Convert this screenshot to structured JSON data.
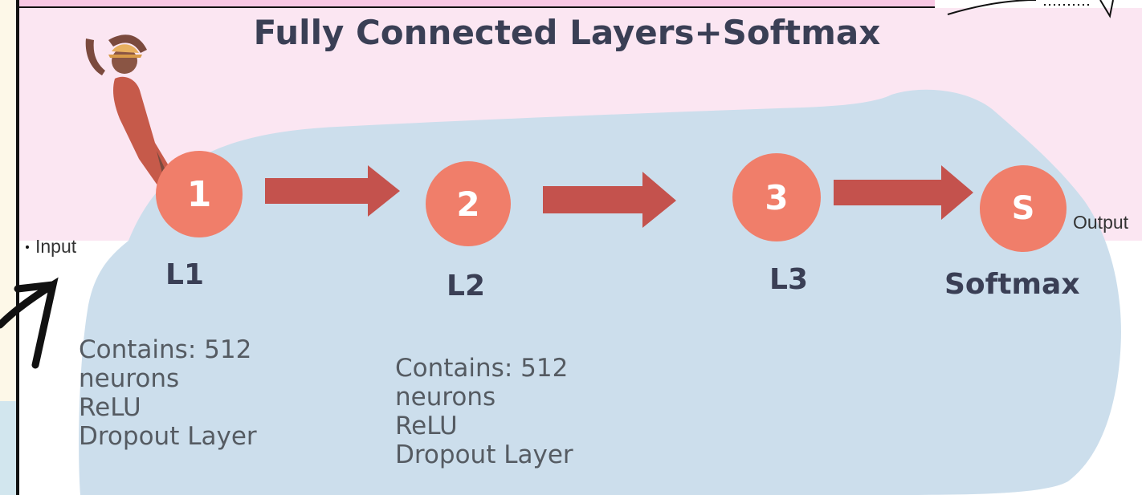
{
  "diagram": {
    "title": "Fully Connected Layers+Softmax",
    "input_label": "Input",
    "output_label": "Output",
    "nodes": [
      {
        "symbol": "1",
        "label": "L1"
      },
      {
        "symbol": "2",
        "label": "L2"
      },
      {
        "symbol": "3",
        "label": "L3"
      },
      {
        "symbol": "S",
        "label": "Softmax"
      }
    ],
    "descriptions": {
      "l1": [
        "Contains: 512",
        "neurons",
        "ReLU",
        "Dropout Layer"
      ],
      "l2": [
        "Contains: 512",
        "neurons",
        "ReLU",
        "Dropout Layer"
      ]
    }
  },
  "colors": {
    "node_fill": "#f07e6a",
    "arrow_fill": "#c4524d",
    "blob_fill": "#ccdeec",
    "title_text": "#3a3f55",
    "slide_background": "#fbe6f2"
  }
}
